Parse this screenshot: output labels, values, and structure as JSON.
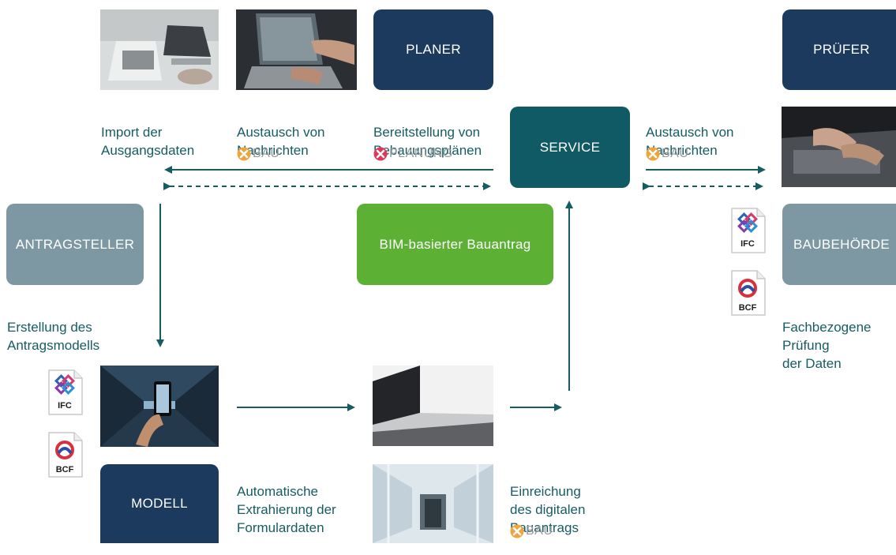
{
  "colors": {
    "navy": "#1c3a5e",
    "teal": "#0f5a64",
    "grey": "#7e98a3",
    "green": "#5cb135",
    "label": "#165c63",
    "xbau_orange": "#f0a43a",
    "xplanung_pink": "#e0365c"
  },
  "boxes": {
    "planer": "PLANER",
    "pruefer": "PRÜFER",
    "service": "SERVICE",
    "antragsteller": "ANTRAGSTELLER",
    "bim": "BIM-basierter Bauantrag",
    "baubehoerde": "BAUBEHÖRDE",
    "modell": "MODELL"
  },
  "labels": {
    "import_l1": "Import der",
    "import_l2": "Ausgangsdaten",
    "austausch1_l1": "Austausch von",
    "austausch1_l2": "Nachrichten",
    "bereit_l1": "Bereitstellung von",
    "bereit_l2": "Bebauungsplänen",
    "austausch2_l1": "Austausch von",
    "austausch2_l2": "Nachrichten",
    "erstellung_l1": "Erstellung des",
    "erstellung_l2": "Antragsmodells",
    "fach_l1": "Fachbezogene",
    "fach_l2": "Prüfung",
    "fach_l3": "der Daten",
    "auto_l1": "Automatische",
    "auto_l2": "Extrahierung der",
    "auto_l3": "Formulardaten",
    "einr_l1": "Einreichung",
    "einr_l2": "des digitalen",
    "einr_l3": "Bauantrags"
  },
  "tags": {
    "xbau": "BAU",
    "xplanung": "PLANUNG"
  },
  "files": {
    "ifc": "IFC",
    "bcf": "BCF"
  },
  "icons": {
    "xbau": "x-logo-orange-icon",
    "xplanung": "x-logo-pink-icon",
    "ifc": "ifc-file-icon",
    "bcf": "bcf-file-icon"
  }
}
